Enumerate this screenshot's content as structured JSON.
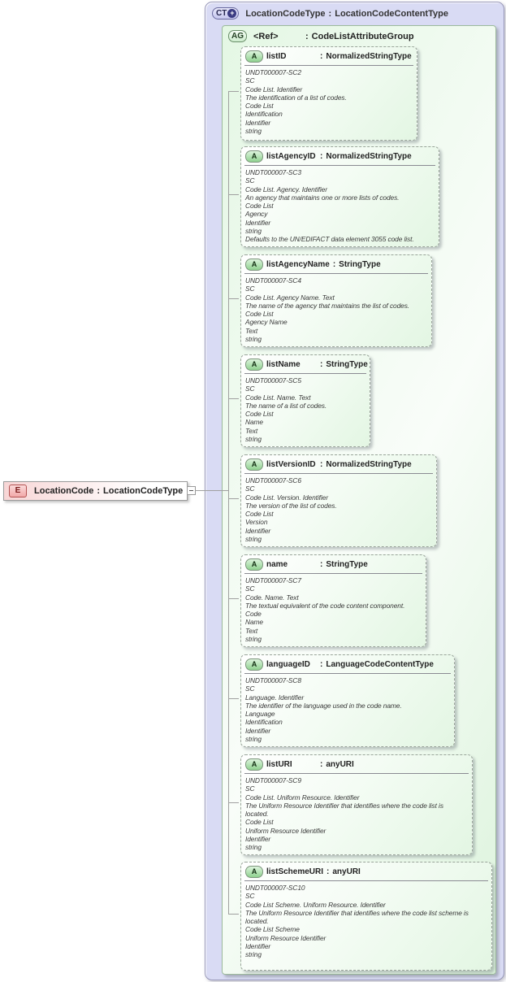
{
  "separator": ":",
  "badges": {
    "complex_type": "CT",
    "attribute_group": "AG",
    "attribute": "A",
    "element": "E",
    "plus_icon": "+"
  },
  "icons": {
    "ct_expand": "plus-circle",
    "element_collapse": "minus-square"
  },
  "colors": {
    "complex_type_fill": "#d9dbf4",
    "attribute_group_fill": "#e4f7e4",
    "attribute_fill": "#eefaee",
    "element_fill": "#f8d6d6",
    "element_badge_border": "#b25252",
    "attribute_badge_fill": "#8fd18f",
    "connector": "#a0a0a0"
  },
  "complex_type": {
    "name": "LocationCodeType",
    "type": "LocationCodeContentType"
  },
  "attribute_group": {
    "name": "<Ref>",
    "type": "CodeListAttributeGroup"
  },
  "element": {
    "name": "LocationCode",
    "type": "LocationCodeType"
  },
  "attributes": [
    {
      "name": "listID",
      "type": "NormalizedStringType",
      "doc": [
        "UNDT000007-SC2",
        "SC",
        "Code List. Identifier",
        "The identification of a list of codes.",
        "Code List",
        "Identification",
        "Identifier",
        "string"
      ]
    },
    {
      "name": "listAgencyID",
      "type": "NormalizedStringType",
      "doc": [
        "UNDT000007-SC3",
        "SC",
        "Code List. Agency. Identifier",
        "An agency that maintains one or more lists of codes.",
        "Code List",
        "Agency",
        "Identifier",
        "string",
        "Defaults to the UN/EDIFACT data element 3055 code list."
      ]
    },
    {
      "name": "listAgencyName",
      "type": "StringType",
      "doc": [
        "UNDT000007-SC4",
        "SC",
        "Code List. Agency Name. Text",
        "The name of the agency that maintains the list of codes.",
        "Code List",
        "Agency Name",
        "Text",
        "string"
      ]
    },
    {
      "name": "listName",
      "type": "StringType",
      "doc": [
        "UNDT000007-SC5",
        "SC",
        "Code List. Name. Text",
        "The name of a list of codes.",
        "Code List",
        "Name",
        "Text",
        "string"
      ]
    },
    {
      "name": "listVersionID",
      "type": "NormalizedStringType",
      "doc": [
        "UNDT000007-SC6",
        "SC",
        "Code List. Version. Identifier",
        "The version of the list of codes.",
        "Code List",
        "Version",
        "Identifier",
        "string"
      ]
    },
    {
      "name": "name",
      "type": "StringType",
      "doc": [
        "UNDT000007-SC7",
        "SC",
        "Code. Name. Text",
        "The textual equivalent of the code content component.",
        "Code",
        "Name",
        "Text",
        "string"
      ]
    },
    {
      "name": "languageID",
      "type": "LanguageCodeContentType",
      "doc": [
        "UNDT000007-SC8",
        "SC",
        "Language. Identifier",
        "The identifier of the language used in the code name.",
        "Language",
        "Identification",
        "Identifier",
        "string"
      ]
    },
    {
      "name": "listURI",
      "type": "anyURI",
      "doc": [
        "UNDT000007-SC9",
        "SC",
        "Code List. Uniform Resource. Identifier",
        "The Uniform Resource Identifier that identifies where the code list is located.",
        "Code List",
        "Uniform Resource Identifier",
        "Identifier",
        "string"
      ]
    },
    {
      "name": "listSchemeURI",
      "type": "anyURI",
      "doc": [
        "UNDT000007-SC10",
        "SC",
        "Code List Scheme. Uniform Resource. Identifier",
        "The Uniform Resource Identifier that identifies where the code list scheme is located.",
        "Code List Scheme",
        "Uniform Resource Identifier",
        "Identifier",
        "string"
      ]
    }
  ]
}
